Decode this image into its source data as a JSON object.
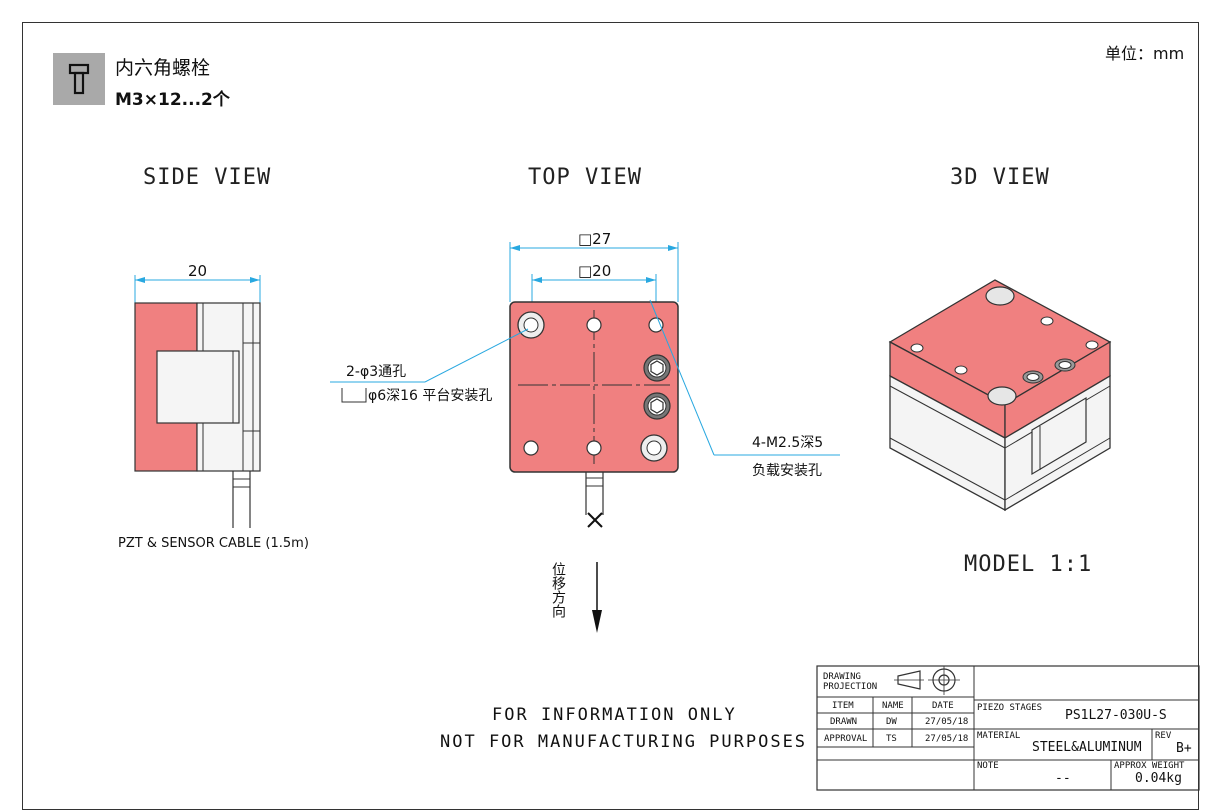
{
  "header": {
    "bolt_name": "内六角螺栓",
    "bolt_spec": "M3×12...2个",
    "unit": "单位：mm"
  },
  "views": {
    "side": "SIDE VIEW",
    "top": "TOP VIEW",
    "three_d": "3D VIEW",
    "model_scale": "MODEL 1:1"
  },
  "side_view": {
    "dim_width": "20",
    "cable_label": "PZT & SENSOR CABLE (1.5m)"
  },
  "top_view": {
    "dim_outer": "□27",
    "dim_inner": "□20",
    "hole_label_1": "2-φ3通孔",
    "hole_label_2": "φ6深16 平台安装孔",
    "thread_label_1": "4-M2.5深5",
    "thread_label_2": "负载安装孔",
    "direction_label": "位移方向"
  },
  "notice": {
    "line1": "FOR INFORMATION ONLY",
    "line2": "NOT FOR MANUFACTURING PURPOSES"
  },
  "title_block": {
    "projection_label_1": "DRAWING",
    "projection_label_2": "PROJECTION",
    "col_item": "ITEM",
    "col_name": "NAME",
    "col_date": "DATE",
    "drawn_label": "DRAWN",
    "drawn_name": "DW",
    "drawn_date": "27/05/18",
    "approval_label": "APPROVAL",
    "approval_name": "TS",
    "approval_date": "27/05/18",
    "product_label": "PIEZO STAGES",
    "product_code": "PS1L27-030U-S",
    "material_label": "MATERIAL",
    "material_value": "STEEL&ALUMINUM",
    "rev_label": "REV",
    "rev_value": "B+",
    "note_label": "NOTE",
    "note_value": "--",
    "weight_label": "APPROX WEIGHT",
    "weight_value": "0.04kg"
  },
  "colors": {
    "accent_red": "#f08080",
    "dim_blue": "#29a8e0",
    "steel": "#f2f2f2"
  }
}
